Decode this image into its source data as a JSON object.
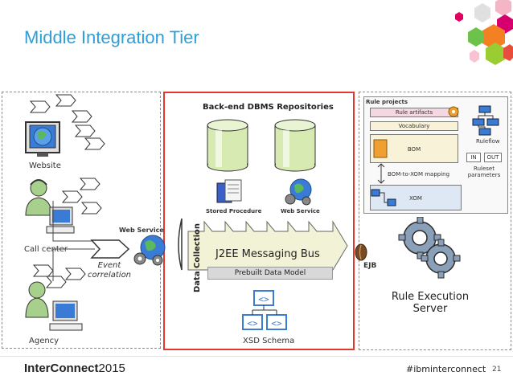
{
  "slide": {
    "title": "Middle Integration Tier",
    "page_number": "21"
  },
  "left_panel": {
    "website_label": "Website",
    "callcenter_label": "Call center",
    "agency_label": "Agency",
    "event_correlation_label": "Event\ncorrelation",
    "web_service_label": "Web Service"
  },
  "center_panel": {
    "repos_title": "Back-end DBMS Repositories",
    "stored_procedure_label": "Stored Procedure",
    "web_service_label": "Web Service",
    "data_collection_label": "Data Collection",
    "bus_label": "J2EE Messaging Bus",
    "data_model_label": "Prebuilt Data Model",
    "xsd_label": "XSD Schema",
    "ejb_label": "EJB"
  },
  "right_panel": {
    "rule_projects_title": "Rule projects",
    "rule_artifacts_label": "Rule artifacts",
    "vocabulary_label": "Vocabulary",
    "bom_label": "BOM",
    "bom_xom_label": "BOM-to-XOM mapping",
    "xom_label": "XOM",
    "ruleflow_label": "Ruleflow",
    "in_label": "IN",
    "out_label": "OUT",
    "ruleset_params_label": "Ruleset\nparameters",
    "rule_exec_label": "Rule Execution\nServer"
  },
  "footer": {
    "brand_inter": "InterConnect",
    "brand_year": "2015",
    "hashtag": "#ibminterconnect"
  },
  "colors": {
    "title_blue": "#2d9fd8",
    "center_border": "#e0372f",
    "cylinder_green": "#d7eab2",
    "bus_fill": "#f2f2d6",
    "brand_pink": "#d5006e"
  }
}
